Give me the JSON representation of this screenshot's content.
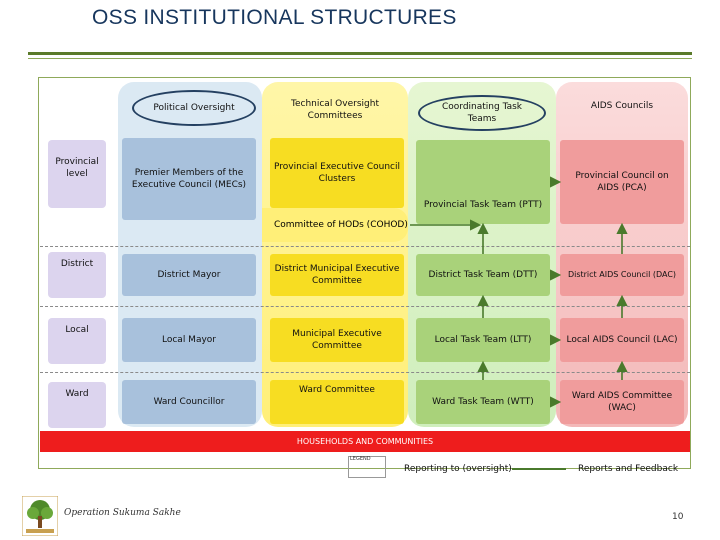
{
  "title": "OSS INSTITUTIONAL STRUCTURES",
  "headers": {
    "political_oversight": "Political Oversight",
    "technical_oversight": "Technical Oversight Committees",
    "coordinating": "Coordinating Task Teams",
    "aids_councils": "AIDS Councils"
  },
  "levels": {
    "provincial": "Provincial level",
    "district": "District",
    "local": "Local",
    "ward": "Ward"
  },
  "provincial": {
    "political": "Premier Members of the Executive Council (MECs)",
    "technical": "Provincial Executive Council Clusters",
    "task_team": "Provincial Task Team (PTT)",
    "council": "Provincial Council on AIDS (PCA)"
  },
  "cohod": "Committee of HODs (COHOD)",
  "district": {
    "political": "District Mayor",
    "technical": "District Municipal Executive Committee",
    "task_team": "District Task Team (DTT)",
    "council": "District AIDS Council (DAC)"
  },
  "local": {
    "political": "Local Mayor",
    "technical": "Municipal Executive Committee",
    "task_team": "Local Task Team (LTT)",
    "council": "Local AIDS Council (LAC)"
  },
  "ward": {
    "political": "Ward Councillor",
    "technical": "Ward Committee",
    "task_team": "Ward Task Team (WTT)",
    "council": "Ward AIDS Committee (WAC)"
  },
  "households": "HOUSEHOLDS AND COMMUNITIES",
  "legend": {
    "label": "LEGEND",
    "reporting": "Reporting to (oversight)",
    "feedback": "Reports and Feedback"
  },
  "footer": {
    "logo_text": "Operation Sukuma Sakhe",
    "page_number": "10"
  },
  "colors": {
    "title": "#17365d",
    "arrow": "#4a7a2c",
    "households": "#ee1d1d"
  }
}
